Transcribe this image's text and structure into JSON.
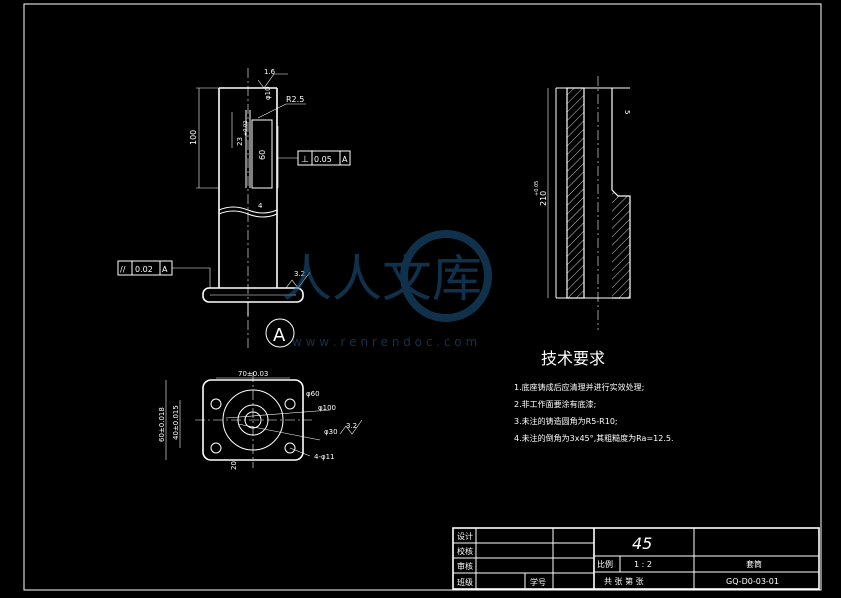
{
  "watermark": {
    "text": "人人文库",
    "url": "w w w . r e n r e n d o c . c o m"
  },
  "front_view": {
    "dim_100": "100",
    "dim_60": "60",
    "dim_4": "4",
    "dim_23": "23",
    "dim_23_tol": "+0.02",
    "dim_16": "1.6",
    "dim_phi10": "φ10",
    "dim_r25": "R2.5",
    "tolerance_perp": {
      "symbol": "⊥",
      "value": "0.05",
      "datum": "A"
    },
    "tolerance_par": {
      "symbol": "//",
      "value": "0.02",
      "datum": "A"
    },
    "roughness_bottom": "3.2",
    "datum_label": "A"
  },
  "side_view": {
    "dim_210": "210",
    "dim_210_tol": "+0.05",
    "dim_top": "5"
  },
  "top_view": {
    "dim_70": "70±0.03",
    "dim_60_left": "60±0.018",
    "dim_40": "40±0.015",
    "dim_phi60": "φ60",
    "dim_phi100": "φ100",
    "dim_phi30": "φ30",
    "dim_roughness": "3.2",
    "dim_holes": "4-φ11",
    "dim_20": "20"
  },
  "tech_requirements": {
    "title": "技术要求",
    "items": [
      "1.底座铸成后应清理并进行实效处理;",
      "2.非工作面要涂有底漆;",
      "3.未注的铸造圆角为R5-R10;",
      "4.未注的倒角为3x45°,其粗糙度为Ra=12.5."
    ]
  },
  "title_block": {
    "material": "45",
    "rows": [
      "设计",
      "校核",
      "审核",
      "班级"
    ],
    "student_no": "学号",
    "scale_label": "比例",
    "scale_value": "1 : 2",
    "sheets_label": "共    张    第    张",
    "part_name": "套筒",
    "drawing_no": "GQ-D0-03-01"
  }
}
